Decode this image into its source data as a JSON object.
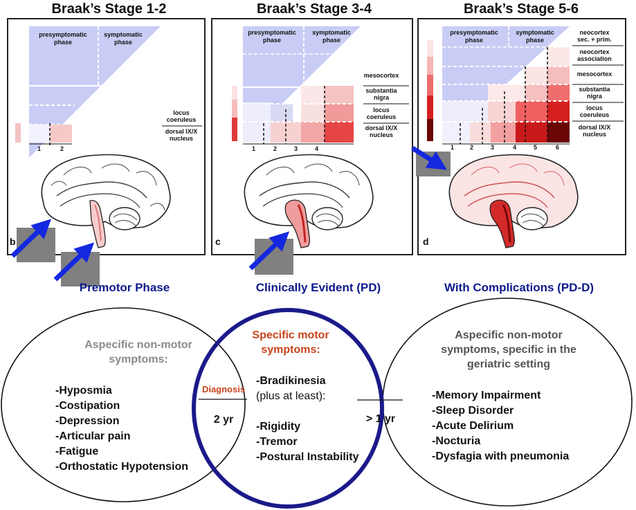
{
  "stages": [
    {
      "title": "Braak’s Stage 1-2",
      "letter": "b"
    },
    {
      "title": "Braak’s Stage 3-4",
      "letter": "c"
    },
    {
      "title": "Braak’s Stage 5-6",
      "letter": "d"
    }
  ],
  "panel_labels": {
    "presymptomatic": [
      "presymptomatic",
      "phase"
    ],
    "symptomatic": [
      "symptomatic",
      "phase"
    ],
    "stage_numbers": [
      "1",
      "2",
      "3",
      "4",
      "5",
      "6"
    ],
    "neocortex_primary": [
      "neocortex",
      "sec. + prim."
    ],
    "neocortex_association": [
      "neocortex",
      "association"
    ],
    "mesocortex": "mesocortex",
    "substantia_nigra": [
      "substantia",
      "nigra"
    ],
    "locus_coeruleus": [
      "locus",
      "coeruleus"
    ],
    "dorsal_nucleus": [
      "dorsal IX/X",
      "nucleus"
    ]
  },
  "phases": {
    "premotor": "Premotor Phase",
    "clinical": "Clinically Evident (PD)",
    "complications": "With Complications (PD-D)"
  },
  "left_circle": {
    "heading": [
      "Aspecific non-motor",
      "symptoms:"
    ],
    "items": [
      "-Hyposmia",
      "-Costipation",
      "-Depression",
      "-Articular pain",
      "-Fatigue",
      "-Orthostatic Hypotension"
    ]
  },
  "middle_circle": {
    "heading": [
      "Specific motor",
      "symptoms:"
    ],
    "intro": [
      "-Bradikinesia",
      "(plus at least):"
    ],
    "items": [
      "-Rigidity",
      "-Tremor",
      "-Postural Instability"
    ]
  },
  "right_circle": {
    "heading": [
      "Aspecific non-motor",
      "symptoms, specific in the",
      "geriatric setting"
    ],
    "items": [
      "-Memory Impairment",
      "-Sleep Disorder",
      "-Acute Delirium",
      "-Nocturia",
      "-Dysfagia with pneumonia"
    ]
  },
  "diagnosis": {
    "label": "Diagnosis",
    "interval": "2 yr"
  },
  "later_interval": "> 1 yr",
  "colors": {
    "phase_blue": "#0d1a8c",
    "circle_blue": "#1a1a8a",
    "lilac": "#c9cdf5",
    "motor_red": "#c8441c"
  }
}
